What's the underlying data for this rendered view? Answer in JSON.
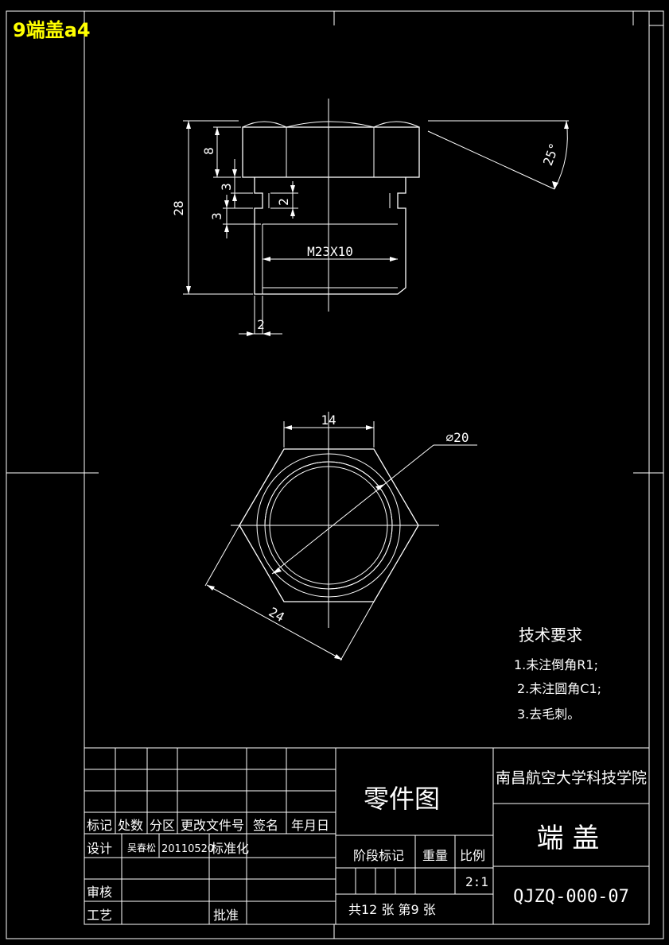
{
  "tab_label": "9端盖a4",
  "colors": {
    "background": "#000000",
    "lines": "#ffffff",
    "tab_label": "#ffff00"
  },
  "front_view": {
    "dims": {
      "d28": "28",
      "d8": "8",
      "d3a": "3",
      "d3b": "3",
      "d2_groove": "2",
      "d2_chamfer": "2",
      "thread": "M23X10",
      "angle": "25°"
    }
  },
  "top_view": {
    "dims": {
      "d14": "14",
      "d24": "24",
      "dia20": "⌀20"
    }
  },
  "tech_requirements": {
    "title": "技术要求",
    "items": [
      "1.未注倒角R1;",
      "2.未注圆角C1;",
      "3.去毛刺。"
    ]
  },
  "title_block": {
    "header_labels": [
      "标记",
      "处数",
      "分区",
      "更改文件号",
      "签名",
      "年月日"
    ],
    "design_label": "设计",
    "designer": "吴春松",
    "date": "20110520",
    "standardization": "标准化",
    "review": "审核",
    "process": "工艺",
    "approve": "批准",
    "drawing_type": "零件图",
    "stage_mark": "阶段标记",
    "weight": "重量",
    "scale_label": "比例",
    "scale": "2:1",
    "sheet_info": "共12 张 第9 张",
    "school": "南昌航空大学科技学院",
    "part_name": "端 盖",
    "drawing_number": "QJZQ-000-07"
  }
}
